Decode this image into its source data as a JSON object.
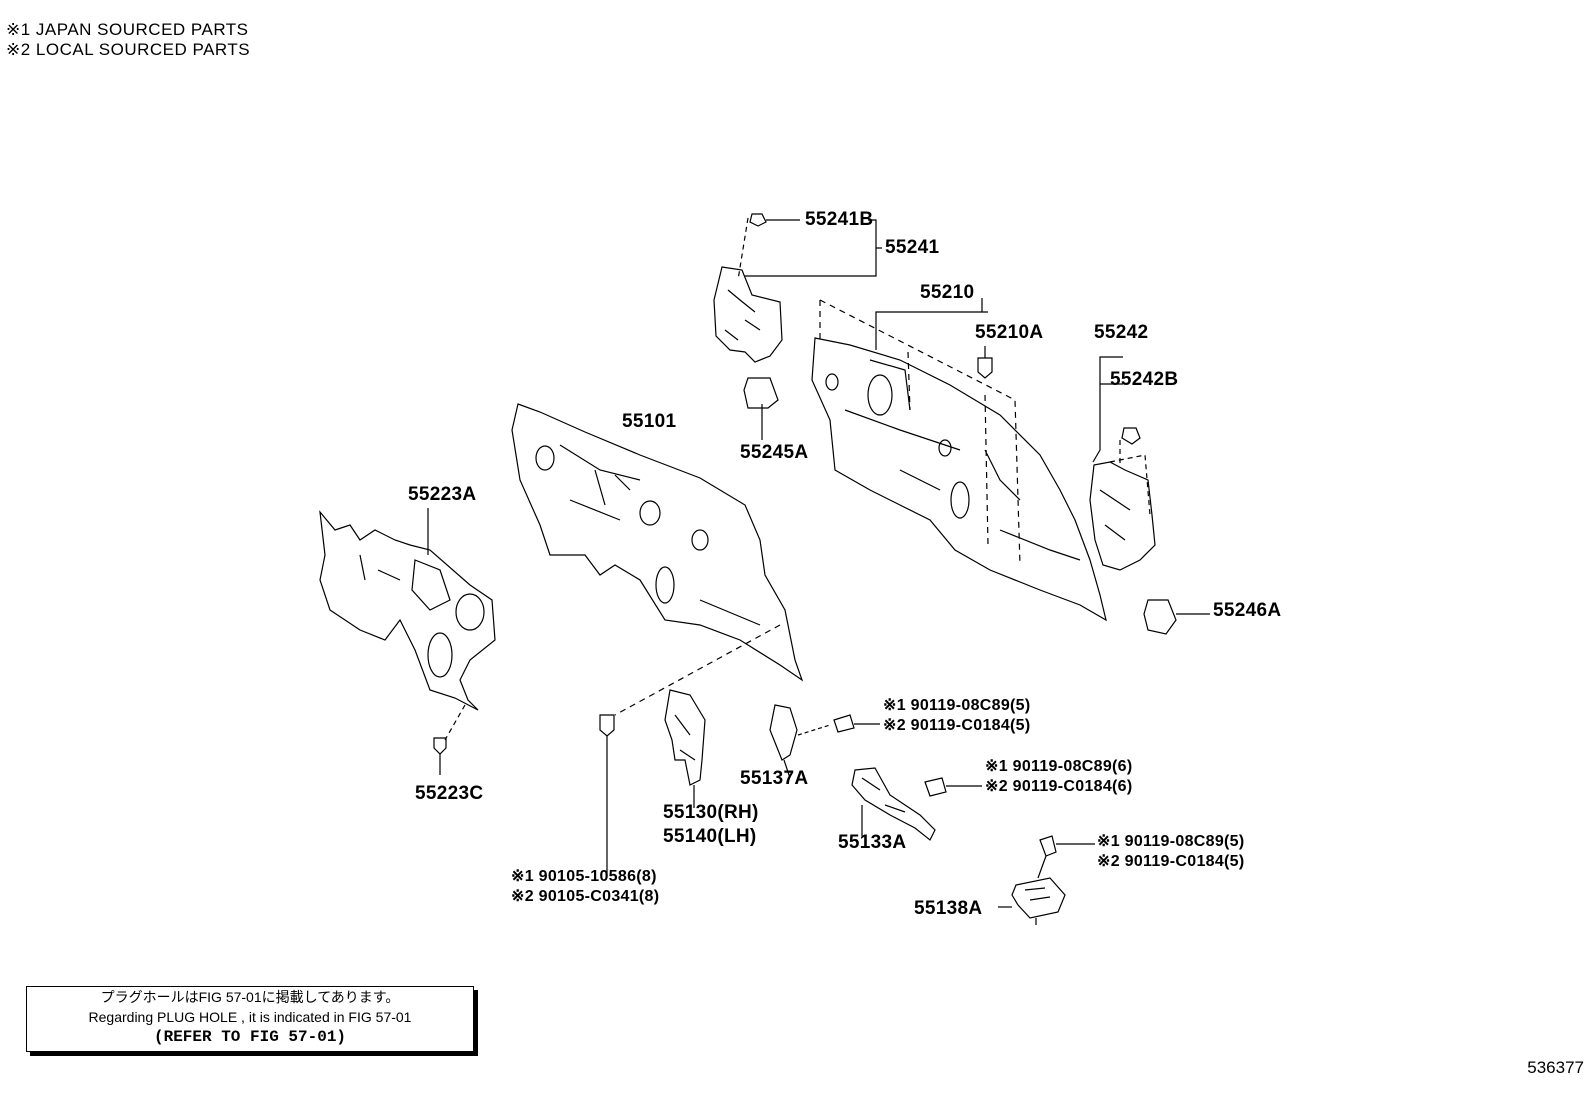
{
  "legend": {
    "line1": "※1 JAPAN SOURCED PARTS",
    "line2": "※2 LOCAL SOURCED PARTS"
  },
  "labels": {
    "p55241B": "55241B",
    "p55241": "55241",
    "p55210": "55210",
    "p55210A": "55210A",
    "p55242": "55242",
    "p55242B": "55242B",
    "p55101": "55101",
    "p55245A": "55245A",
    "p55223A": "55223A",
    "p55246A": "55246A",
    "p55223C": "55223C",
    "p55137A": "55137A",
    "p55130": "55130(RH)",
    "p55140": "55140(LH)",
    "p55133A": "55133A",
    "p55138A": "55138A"
  },
  "fasteners": {
    "a1": "※1 90119-08C89(5)",
    "a2": "※2 90119-C0184(5)",
    "b1": "※1 90119-08C89(6)",
    "b2": "※2 90119-C0184(6)",
    "c1": "※1 90119-08C89(5)",
    "c2": "※2 90119-C0184(5)",
    "d1": "※1  90105-10586(8)",
    "d2": "※2  90105-C0341(8)"
  },
  "note": {
    "jp": "プラグホールはFIG 57-01に掲載してあります。",
    "en": "Regarding  PLUG  HOLE , it is indicated in FIG  57-01",
    "ref": "(REFER TO FIG 57-01)"
  },
  "figure_number": "536377"
}
